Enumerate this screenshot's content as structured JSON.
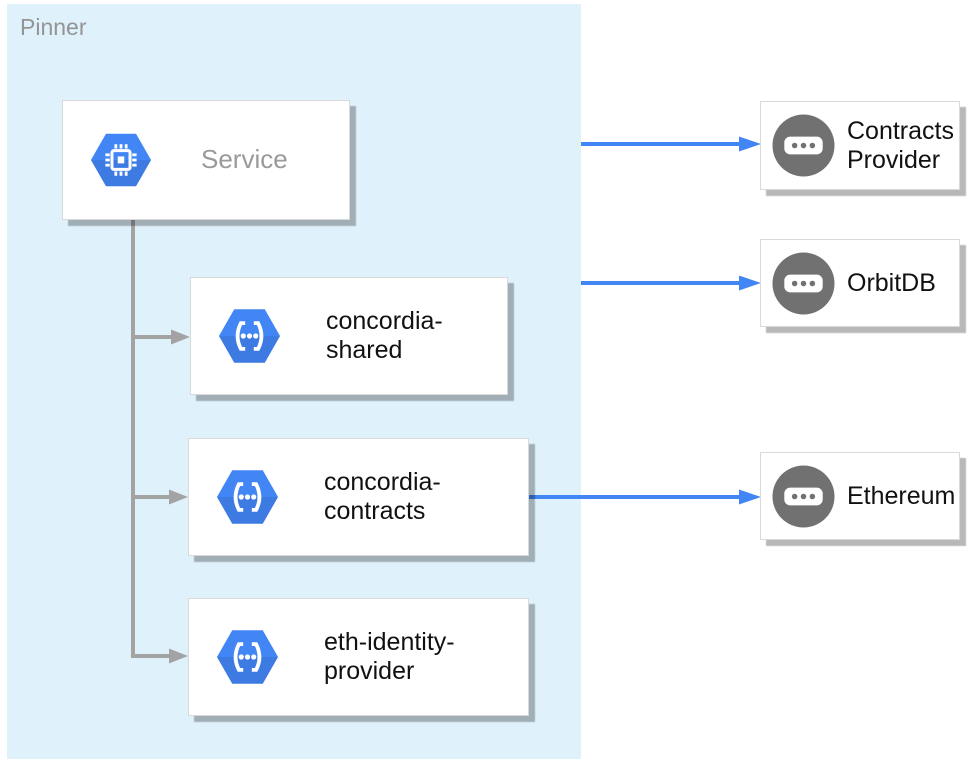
{
  "diagram": {
    "container": {
      "label": "Pinner"
    },
    "nodes": {
      "service": {
        "label": "Service",
        "icon": "chip-hexagon-icon"
      },
      "concordia_shared": {
        "label": "concordia-shared",
        "icon": "code-brackets-hexagon-icon"
      },
      "concordia_contracts": {
        "label": "concordia-contracts",
        "icon": "code-brackets-hexagon-icon"
      },
      "eth_identity_provider": {
        "label": "eth-identity-provider",
        "icon": "code-brackets-hexagon-icon"
      },
      "contracts_provider": {
        "label": "Contracts Provider",
        "icon": "ellipsis-circle-icon"
      },
      "orbitdb": {
        "label": "OrbitDB",
        "icon": "ellipsis-circle-icon"
      },
      "ethereum": {
        "label": "Ethereum",
        "icon": "ellipsis-circle-icon"
      }
    },
    "edges": [
      {
        "from": "Service",
        "to": "concordia-shared",
        "style": "gray-tree-arrow"
      },
      {
        "from": "Service",
        "to": "concordia-contracts",
        "style": "gray-tree-arrow"
      },
      {
        "from": "Service",
        "to": "eth-identity-provider",
        "style": "gray-tree-arrow"
      },
      {
        "from": "Pinner",
        "to": "Contracts Provider",
        "style": "blue-arrow"
      },
      {
        "from": "Pinner",
        "to": "OrbitDB",
        "style": "blue-arrow"
      },
      {
        "from": "concordia-contracts",
        "to": "Ethereum",
        "style": "blue-arrow"
      }
    ],
    "colors": {
      "container_fill": "#DFF2FB",
      "hexagon_blue": "#4285F4",
      "circle_gray": "#717171",
      "blue_arrow": "#4285F4",
      "gray_arrow": "#A3A3A3",
      "muted_text": "#9A9A9A",
      "label_text": "#111111"
    }
  }
}
